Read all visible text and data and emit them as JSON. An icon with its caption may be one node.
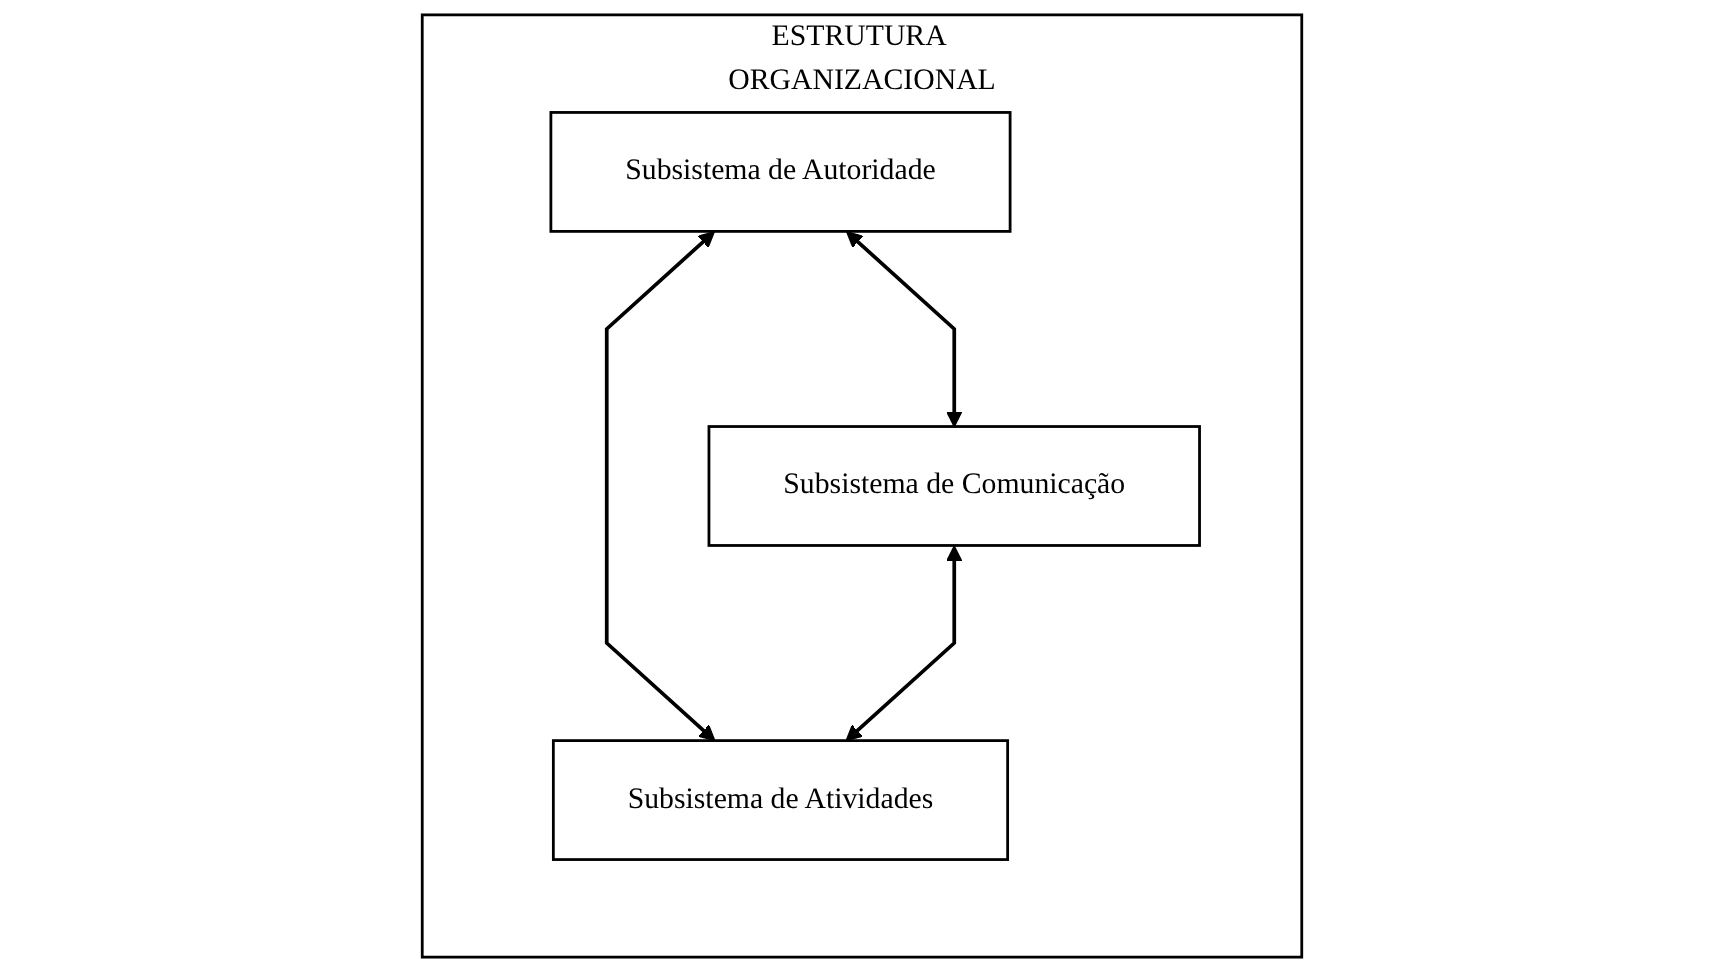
{
  "diagram": {
    "nodes": [
      {
        "text": [
          "ESTRUTURA ORGANIZACIONAL"
        ]
      },
      {
        "text": [
          "Subsistema de Autoridade"
        ],
        "in": 0
      },
      {
        "text": [
          "Subsistema de Comunicação"
        ],
        "in": 0
      },
      {
        "text": [
          "Subsistema de Atividades"
        ],
        "in": 0
      }
    ],
    "edges": [
      {
        "from": 1,
        "to": 2,
        "arrow": "both"
      },
      {
        "from": 1,
        "to": 3,
        "arrow": "both"
      },
      {
        "from": 2,
        "to": 3,
        "arrow": "both"
      }
    ]
  }
}
